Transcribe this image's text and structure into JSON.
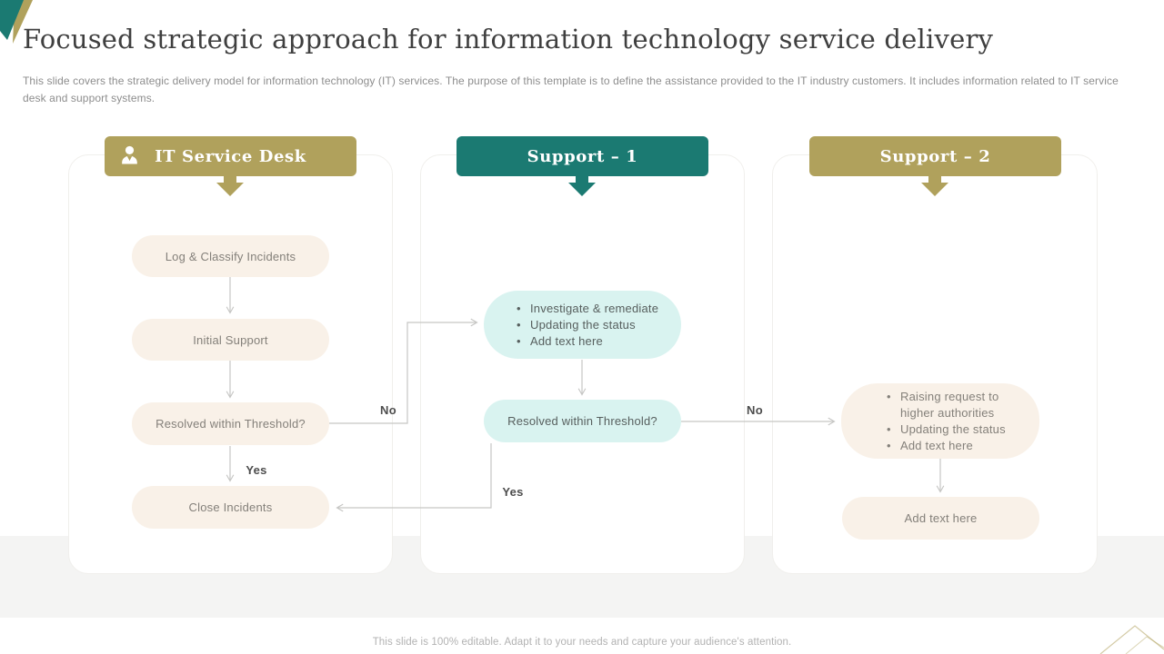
{
  "slide": {
    "title": "Focused strategic approach for information technology service delivery",
    "subtitle": "This slide covers the strategic delivery model for information technology (IT) services. The purpose of this template is to define the assistance provided to the IT industry customers. It includes information related to IT service desk and support systems.",
    "footer": "This slide is 100% editable. Adapt it to your needs and capture your audience's attention."
  },
  "colors": {
    "gold": "#b0a15c",
    "teal": "#1b7a72",
    "cream": "#f9f1e8",
    "mint": "#d9f3f0",
    "line": "#c6c6c4",
    "creamtext": "#84807a",
    "minttext": "#575f5e",
    "labeltext": "#4d4d4d"
  },
  "columns": [
    {
      "id": "it-service-desk",
      "header": "IT Service Desk",
      "header_icon": "person-icon",
      "nodes": {
        "log": "Log & Classify Incidents",
        "initial": "Initial Support",
        "resolved": "Resolved within Threshold?",
        "close": "Close Incidents"
      }
    },
    {
      "id": "support-1",
      "header": "Support – 1",
      "bullets": [
        "Investigate & remediate",
        "Updating the status",
        "Add text here"
      ],
      "nodes": {
        "resolved": "Resolved within Threshold?"
      }
    },
    {
      "id": "support-2",
      "header": "Support – 2",
      "bullets": [
        "Raising request to higher authorities",
        "Updating the status",
        "Add text here"
      ],
      "nodes": {
        "add_text": "Add text here"
      }
    }
  ],
  "connector_labels": {
    "col1_no": "No",
    "col1_yes": "Yes",
    "col2_no": "No",
    "col2_yes": "Yes"
  }
}
